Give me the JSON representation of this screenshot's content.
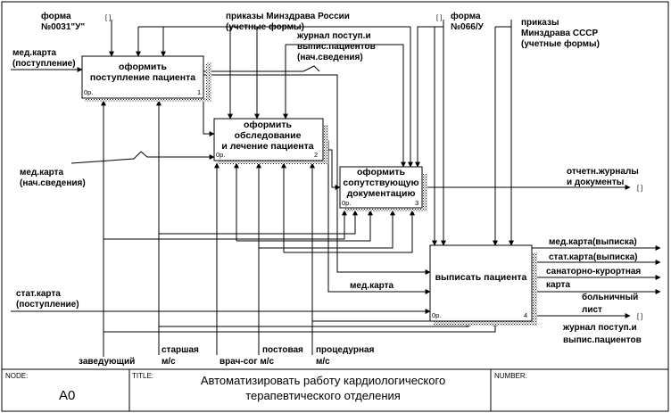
{
  "diagram": {
    "boxes": [
      {
        "lines": [
          "оформить",
          "поступление пациента"
        ],
        "number": "1",
        "cost": "0р."
      },
      {
        "lines": [
          "оформить",
          "обследование",
          "и лечение пациента"
        ],
        "number": "2",
        "cost": "0р."
      },
      {
        "lines": [
          "оформить",
          "сопутствующую",
          "документацию"
        ],
        "number": "3",
        "cost": "0р."
      },
      {
        "lines": [
          "выписать пациента"
        ],
        "number": "4",
        "cost": "0р."
      }
    ],
    "tunnel_mark": "[ ]",
    "labels": {
      "form_0031": [
        "форма",
        "№0031\"У\""
      ],
      "orders_russia": [
        "приказы Минздрава России",
        "(учетные формы)"
      ],
      "journal_initial": [
        "журнал поступ.и",
        "выпис.пациентов",
        "(нач.сведения)"
      ],
      "form_066": [
        "форма",
        "№066/У"
      ],
      "orders_ussr": [
        "приказы",
        "Минздрава СССР",
        "(учетные формы)"
      ],
      "med_card_admission": [
        "мед.карта",
        "(поступление)"
      ],
      "med_card_initial": [
        "мед.карта",
        "(нач.сведения)"
      ],
      "reports": [
        "отчетн.журналы",
        "и документы"
      ],
      "med_card_discharge": [
        "мед.карта(выписка)"
      ],
      "stat_card_discharge": [
        "стат.карта(выписка)"
      ],
      "sanatorium_card": [
        "санаторно-курортная",
        "карта"
      ],
      "sick_leave": [
        "больничный",
        "лист"
      ],
      "med_card": [
        "мед.карта"
      ],
      "stat_card_admission": [
        "стат.карта",
        "(поступление)"
      ],
      "journal_final": [
        "журнал поступ.и",
        "выпис.пациентов"
      ],
      "head": [
        "заведующий"
      ],
      "senior_nurse": [
        "старшая",
        "м/с"
      ],
      "ward_nurse": [
        "постовая",
        "врач-сог м/с"
      ],
      "proc_nurse": [
        "процедурная",
        "м/с"
      ]
    }
  },
  "frame": {
    "node_label": "NODE:",
    "node_value": "A0",
    "title_label": "TITLE:",
    "title_lines": [
      "Автоматизировать работу кардиологического",
      "терапевтического отделения"
    ],
    "number_label": "NUMBER:"
  }
}
